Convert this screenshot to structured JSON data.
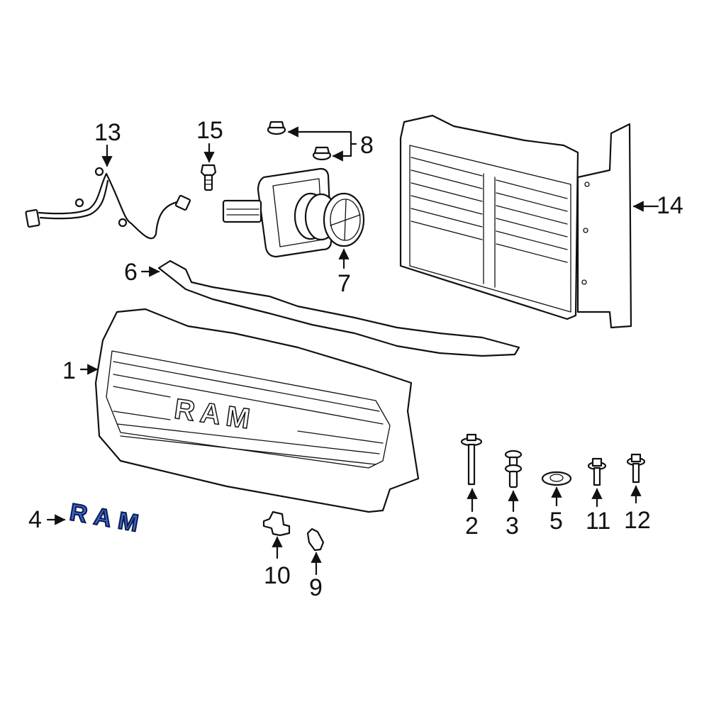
{
  "diagram": {
    "title": "Grille assembly exploded parts diagram",
    "highlight_color": "#3a66c9",
    "highlight_outline": "#0b1a4a",
    "line_color": "#111111",
    "background": "#ffffff"
  },
  "callouts": [
    {
      "number": "1",
      "part": "grille"
    },
    {
      "number": "2",
      "part": "long-bolt"
    },
    {
      "number": "3",
      "part": "push-pin-retainer"
    },
    {
      "number": "4",
      "part": "ram-emblem"
    },
    {
      "number": "5",
      "part": "clip-nut"
    },
    {
      "number": "6",
      "part": "upper-grille-bracket"
    },
    {
      "number": "7",
      "part": "camera"
    },
    {
      "number": "8",
      "part": "nuts"
    },
    {
      "number": "9",
      "part": "clip"
    },
    {
      "number": "10",
      "part": "retainer-clip"
    },
    {
      "number": "11",
      "part": "bolt"
    },
    {
      "number": "12",
      "part": "bolt"
    },
    {
      "number": "13",
      "part": "wiring-harness"
    },
    {
      "number": "14",
      "part": "active-grille-shutter"
    },
    {
      "number": "15",
      "part": "bolt"
    }
  ],
  "grille_text": "RAM",
  "emblem_text": "RAM"
}
